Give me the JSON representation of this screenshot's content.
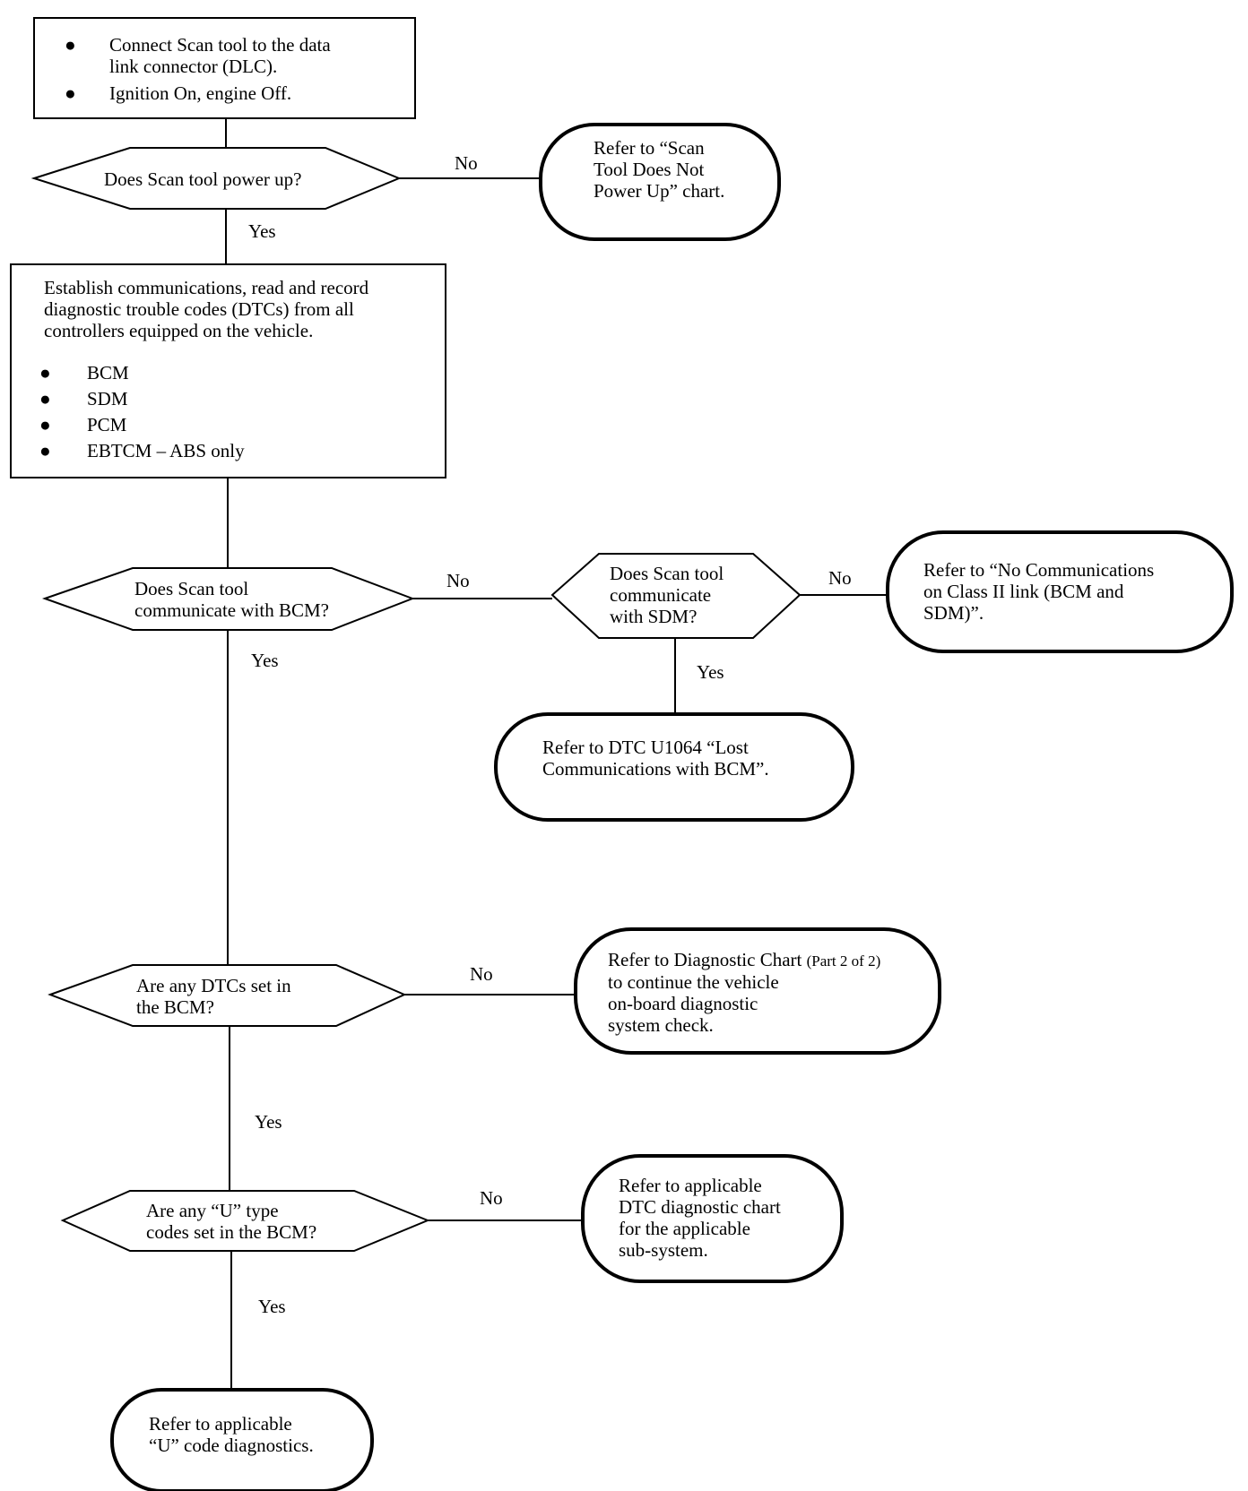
{
  "start_box": {
    "bullets": [
      "Connect Scan tool to the data\nlink connector (DLC).",
      "Ignition On, engine Off."
    ]
  },
  "q_power": {
    "text": "Does Scan tool power up?"
  },
  "ref_power": {
    "text": "Refer to “Scan\nTool Does Not\nPower Up” chart."
  },
  "establish_box": {
    "text": "Establish communications, read and record\ndiagnostic trouble codes (DTCs) from all\ncontrollers equipped on the vehicle.",
    "bullets": [
      "BCM",
      "SDM",
      "PCM",
      "EBTCM – ABS only"
    ]
  },
  "q_bcm": {
    "text": "Does Scan tool\ncommunicate with BCM?"
  },
  "q_sdm": {
    "text": "Does Scan tool\ncommunicate\nwith SDM?"
  },
  "ref_nocomm": {
    "text": "Refer to “No Communications\non Class II link (BCM and\nSDM)”."
  },
  "ref_u1064": {
    "text": "Refer to DTC U1064 “Lost\nCommunications with BCM”."
  },
  "q_dtcs": {
    "text": "Are any DTCs set in\nthe BCM?"
  },
  "ref_part2": {
    "line1_a": "Refer to Diagnostic Chart",
    "line1_b": "(Part 2 of 2)",
    "rest": "to continue the vehicle\non-board diagnostic\nsystem check."
  },
  "q_u": {
    "text": "Are any “U” type\ncodes set in the BCM?"
  },
  "ref_applicable": {
    "text": "Refer to applicable\nDTC diagnostic chart\nfor the applicable\nsub-system."
  },
  "ref_ucode": {
    "text": "Refer to applicable\n“U” code diagnostics."
  },
  "labels": {
    "no_power": "No",
    "yes_power": "Yes",
    "no_bcm": "No",
    "yes_bcm": "Yes",
    "no_sdm": "No",
    "yes_sdm": "Yes",
    "no_dtcs": "No",
    "yes_dtcs": "Yes",
    "no_u": "No",
    "yes_u": "Yes"
  },
  "bullet_glyph": "●"
}
